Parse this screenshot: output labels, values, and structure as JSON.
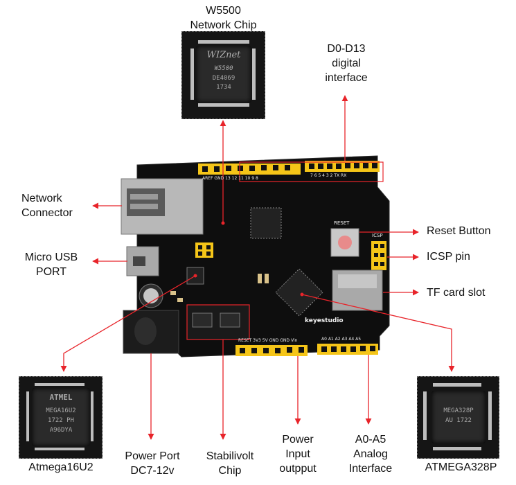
{
  "labels": {
    "w5500_line1": "W5500",
    "w5500_line2": "Network Chip",
    "d0d13_line1": "D0-D13",
    "d0d13_line2": "digital",
    "d0d13_line3": "interface",
    "network_line1": "Network",
    "network_line2": "Connector",
    "usb_line1": "Micro USB",
    "usb_line2": "PORT",
    "reset": "Reset Button",
    "icsp": "ICSP pin",
    "tf": "TF card slot",
    "atmega16u2": "Atmega16U2",
    "power_port_line1": "Power Port",
    "power_port_line2": "DC7-12v",
    "stabilivolt_line1": "Stabilivolt",
    "stabilivolt_line2": "Chip",
    "power_io_line1": "Power",
    "power_io_line2": "Input",
    "power_io_line3": "outpput",
    "analog_line1": "A0-A5",
    "analog_line2": "Analog",
    "analog_line3": "Interface",
    "atmega328p": "ATMEGA328P"
  },
  "chips": {
    "w5500_logo": "WIZnet",
    "w5500_model": "W5500",
    "w5500_code1": "DE4069",
    "w5500_code2": "1734",
    "u2_logo": "ATMEL",
    "u2_model": "MEGA16U2",
    "u2_code1": "1722 PH",
    "u2_code2": "A96DYA",
    "p328_model": "MEGA328P",
    "p328_code": "AU 1722"
  },
  "board": {
    "brand": "keyestudio",
    "icsp": "ICSP",
    "reset": "RESET",
    "pins_top_left": "AREF GND 13 12 11 10 9 8",
    "pins_top_right": "7 6 5 4 3 2 TX RX",
    "pins_power": "RESET 3V3 5V GND GND Vin",
    "pins_analog": "A0 A1 A2 A3 A4 A5"
  },
  "colors": {
    "arrow": "#e8242a",
    "board": "#0e0e0e",
    "header": "#f5c518"
  }
}
